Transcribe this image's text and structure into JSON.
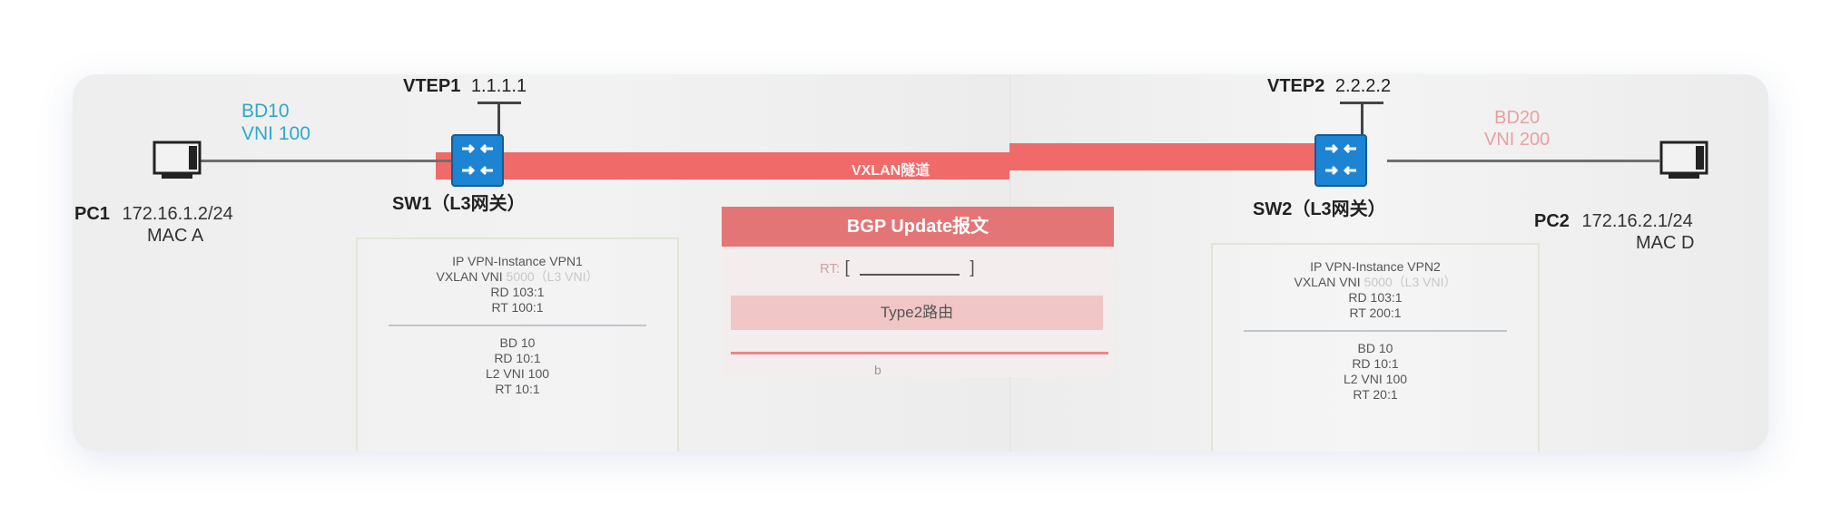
{
  "vtep1": {
    "label": "VTEP1",
    "ip": "1.1.1.1"
  },
  "vtep2": {
    "label": "VTEP2",
    "ip": "2.2.2.2"
  },
  "sw1": {
    "label": "SW1（L3网关）"
  },
  "sw2": {
    "label": "SW2（L3网关）"
  },
  "pc1": {
    "name": "PC1",
    "ip": "172.16.1.2/24",
    "mac": "MAC A"
  },
  "pc2": {
    "name": "PC2",
    "ip": "172.16.2.1/24",
    "mac": "MAC D"
  },
  "left_bd": {
    "line1": "BD10",
    "line2": "VNI 100"
  },
  "right_bd": {
    "line1": "BD20",
    "line2": "VNI 200"
  },
  "tunnel": {
    "label": "VXLAN隧道"
  },
  "bgp": {
    "title": "BGP Update报文",
    "rt_key": "RT:",
    "rt_open": "[",
    "rt_close": "]",
    "type": "Type2路由",
    "footer": "b"
  },
  "left_box": {
    "line1": "IP VPN-Instance VPN1",
    "line2": "VXLAN VNI",
    "line2_faded": "5000（L3 VNI）",
    "line3": "RD 103:1",
    "line4": "RT 100:1",
    "line5": "BD 10",
    "line6": "RD  10:1",
    "line7": "L2 VNI 100",
    "line8": "RT 10:1"
  },
  "right_box": {
    "line1": "IP VPN-Instance VPN2",
    "line2": "VXLAN VNI",
    "line2_faded": "5000（L3 VNI）",
    "line3": "RD 103:1",
    "line4": "RT 200:1",
    "line5": "BD 10",
    "line6": "RD  10:1",
    "line7": "L2 VNI 100",
    "line8": "RT 20:1"
  },
  "colors": {
    "tunnel": "#f06a6a",
    "switch": "#1d84d4",
    "bd_left": "#2da9cc",
    "bd_right": "#e7a1a1",
    "bgp_header": "#e47576"
  },
  "icons": [
    "switch-icon",
    "pc-icon"
  ]
}
